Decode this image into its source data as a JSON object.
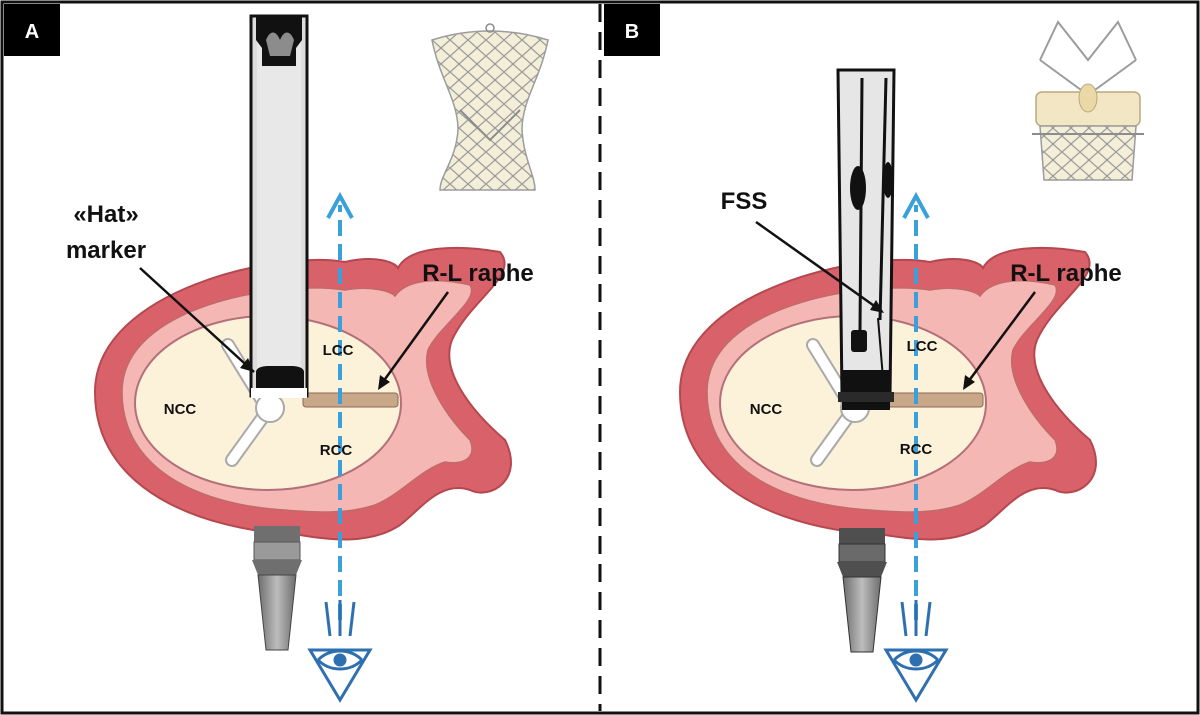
{
  "panels": [
    {
      "letter": "A",
      "device_label_line1": "«Hat»",
      "device_label_line2": "marker",
      "raphe_label": "R-L raphe",
      "cusps": {
        "ncc": "NCC",
        "lcc": "LCC",
        "rcc": "RCC"
      },
      "device_icon": "evolut-valve-frame-icon"
    },
    {
      "letter": "B",
      "device_label_line1": "FSS",
      "raphe_label": "R-L raphe",
      "cusps": {
        "ncc": "NCC",
        "lcc": "LCC",
        "rcc": "RCC"
      },
      "device_icon": "acurate-valve-frame-icon"
    }
  ],
  "colors": {
    "aorta_outer": "#d9616a",
    "aorta_inner": "#f5b7b3",
    "annulus": "#fbf2d9",
    "raphe": "#c9a88a",
    "view_arrow": "#3aa0dc",
    "eye": "#2e6fb0",
    "catheter_fill": "#dcdcdc"
  },
  "icons": [
    "eye-icon",
    "view-direction-arrow-icon",
    "catheter-icon"
  ]
}
